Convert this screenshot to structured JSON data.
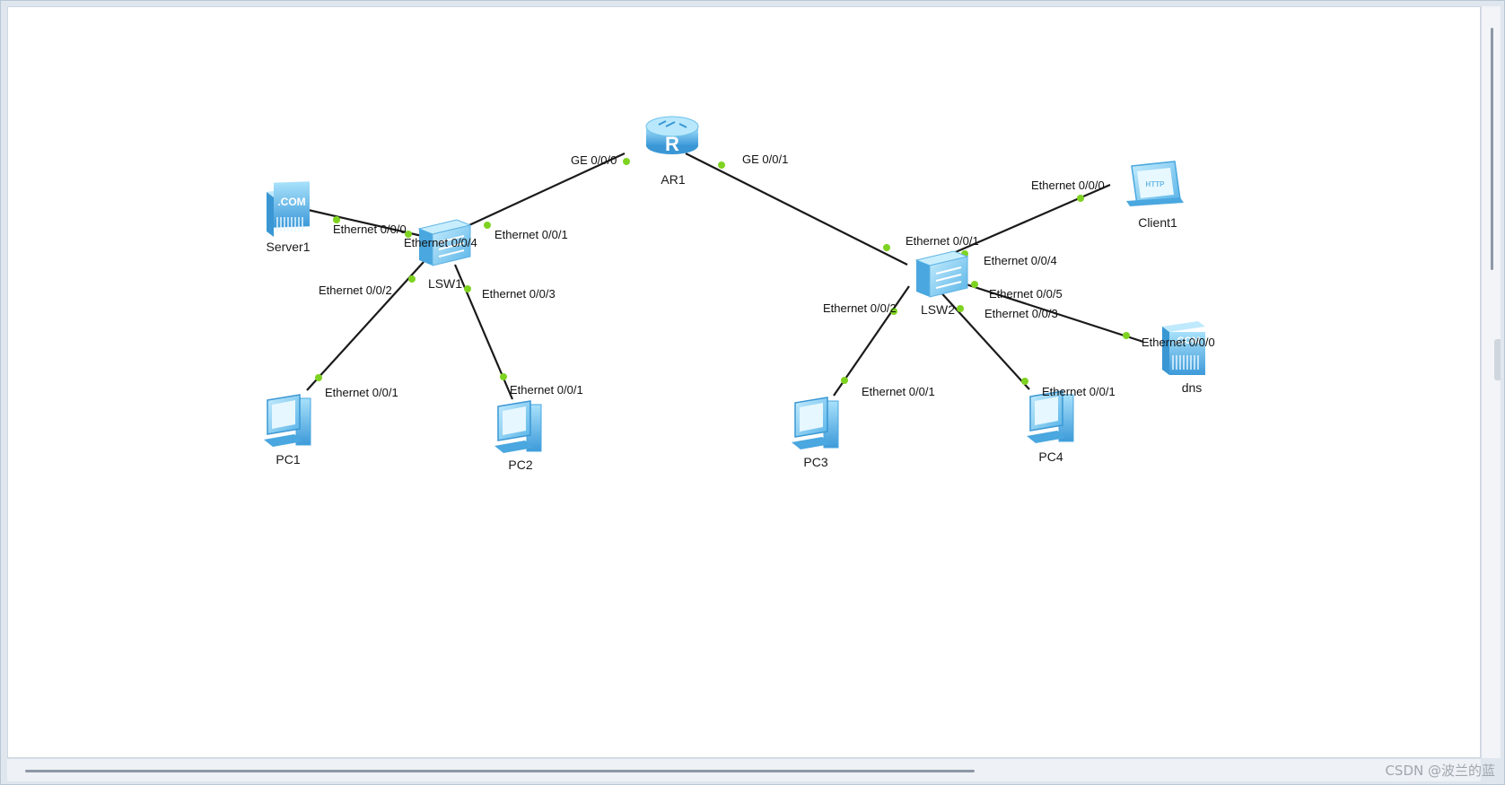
{
  "devices": {
    "ar1": {
      "label": "AR1",
      "icon": "router-icon"
    },
    "lsw1": {
      "label": "LSW1",
      "icon": "switch-icon"
    },
    "lsw2": {
      "label": "LSW2",
      "icon": "switch-icon"
    },
    "server1": {
      "label": "Server1",
      "icon": "server-icon"
    },
    "client1": {
      "label": "Client1",
      "icon": "client-icon"
    },
    "dns": {
      "label": "dns",
      "icon": "server-icon"
    },
    "pc1": {
      "label": "PC1",
      "icon": "pc-icon"
    },
    "pc2": {
      "label": "PC2",
      "icon": "pc-icon"
    },
    "pc3": {
      "label": "PC3",
      "icon": "pc-icon"
    },
    "pc4": {
      "label": "PC4",
      "icon": "pc-icon"
    }
  },
  "ports": {
    "ar1_ge000": "GE 0/0/0",
    "ar1_ge001": "GE 0/0/1",
    "server1_eth000": "Ethernet 0/0/0",
    "lsw1_eth004": "Ethernet 0/0/4",
    "lsw1_eth001": "Ethernet 0/0/1",
    "lsw1_eth002": "Ethernet 0/0/2",
    "lsw1_eth003": "Ethernet 0/0/3",
    "pc1_eth001": "Ethernet 0/0/1",
    "pc2_eth001": "Ethernet 0/0/1",
    "lsw2_eth001": "Ethernet 0/0/1",
    "lsw2_eth004": "Ethernet 0/0/4",
    "lsw2_eth005": "Ethernet 0/0/5",
    "lsw2_eth002": "Ethernet 0/0/2",
    "lsw2_eth003": "Ethernet 0/0/3",
    "client1_eth000": "Ethernet 0/0/0",
    "dns_eth000": "Ethernet 0/0/0",
    "pc3_eth001": "Ethernet 0/0/1",
    "pc4_eth001": "Ethernet 0/0/1"
  },
  "colors": {
    "link": "#1a1a1a",
    "port_dot": "#7ed321",
    "device_fill": "#6fc6f0",
    "device_dark": "#3a97d4"
  },
  "watermark": "CSDN @波兰的蓝"
}
